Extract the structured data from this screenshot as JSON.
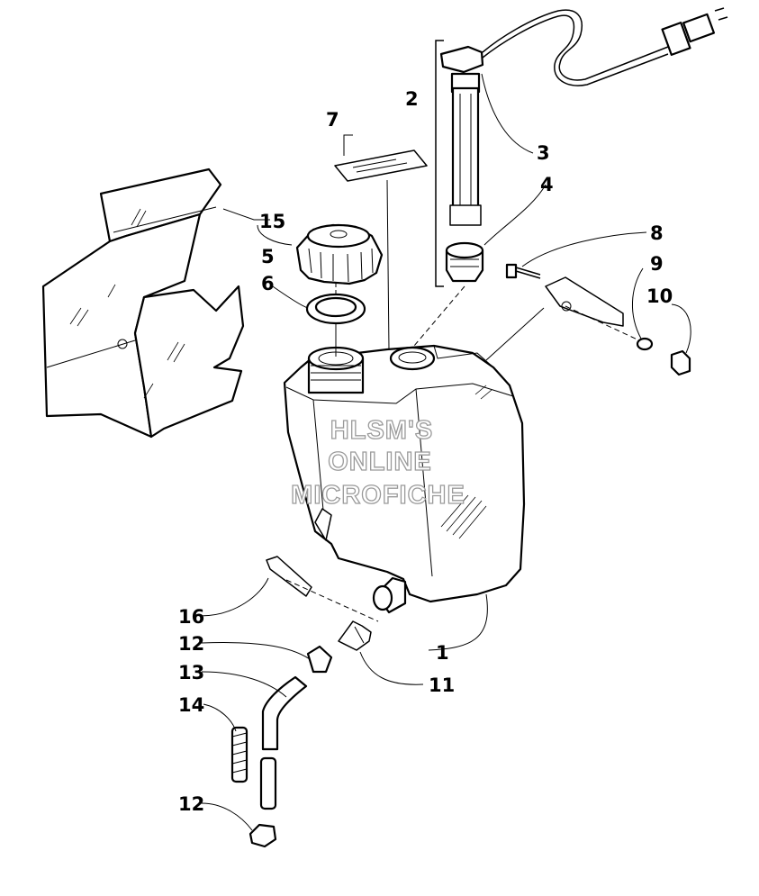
{
  "callouts": [
    {
      "id": "1",
      "label": "1"
    },
    {
      "id": "2",
      "label": "2"
    },
    {
      "id": "3",
      "label": "3"
    },
    {
      "id": "4",
      "label": "4"
    },
    {
      "id": "5",
      "label": "5"
    },
    {
      "id": "6",
      "label": "6"
    },
    {
      "id": "7",
      "label": "7"
    },
    {
      "id": "8",
      "label": "8"
    },
    {
      "id": "9",
      "label": "9"
    },
    {
      "id": "10",
      "label": "10"
    },
    {
      "id": "11",
      "label": "11"
    },
    {
      "id": "12a",
      "label": "12"
    },
    {
      "id": "12b",
      "label": "12"
    },
    {
      "id": "13",
      "label": "13"
    },
    {
      "id": "14",
      "label": "14"
    },
    {
      "id": "15",
      "label": "15"
    },
    {
      "id": "16",
      "label": "16"
    }
  ],
  "watermark": {
    "line1": "HLSM'S",
    "line2": "ONLINE",
    "line3": "MICROFICHE"
  }
}
